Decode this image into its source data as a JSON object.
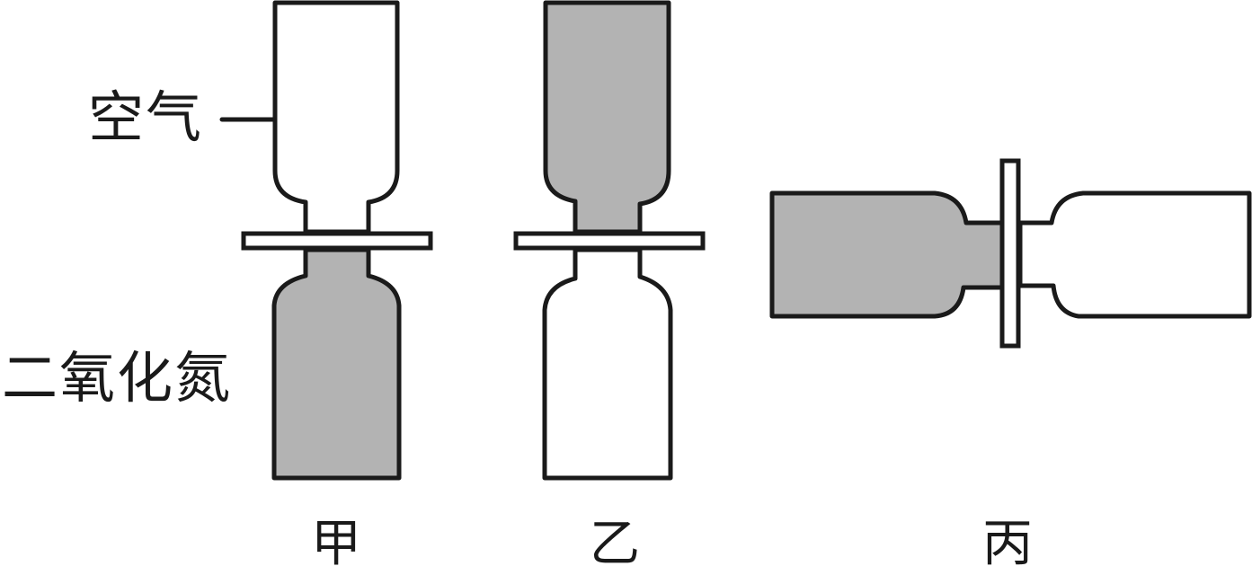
{
  "colors": {
    "stroke": "#1a1a1a",
    "gas_fill": "#b3b3b3",
    "empty_fill": "#ffffff",
    "background": "#ffffff"
  },
  "labels": {
    "air": "空气",
    "nitrogen_dioxide": "二氧化氮"
  },
  "setups": [
    {
      "id": "jia",
      "caption": "甲",
      "orientation": "vertical",
      "top_bottle": "air",
      "bottom_bottle": "nitrogen_dioxide"
    },
    {
      "id": "yi",
      "caption": "乙",
      "orientation": "vertical",
      "top_bottle": "nitrogen_dioxide",
      "bottom_bottle": "air"
    },
    {
      "id": "bing",
      "caption": "丙",
      "orientation": "horizontal",
      "left_bottle": "nitrogen_dioxide",
      "right_bottle": "air"
    }
  ]
}
